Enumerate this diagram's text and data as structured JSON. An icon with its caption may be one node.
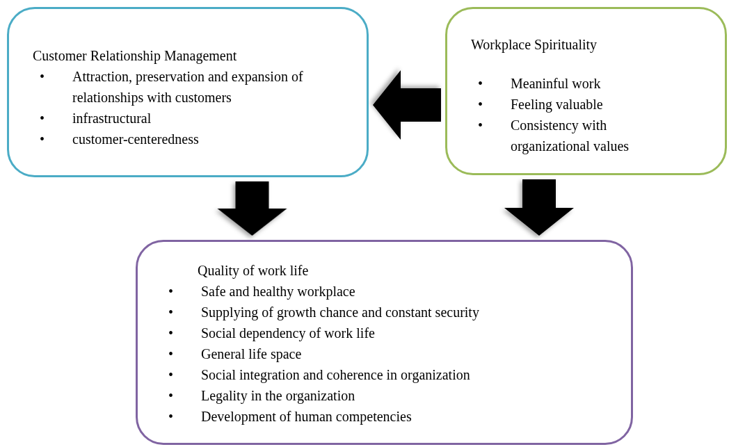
{
  "diagram": {
    "nodes": [
      {
        "text": [
          "Customer Relationship Management",
          "•",
          "Attraction, preservation and expansion of relationships with customers",
          "•",
          "infrastructural",
          "•",
          "customer-centeredness"
        ]
      },
      {
        "text": [
          "Workplace Spirituality",
          "•",
          "Meaninful work",
          "•",
          "Feeling valuable",
          "•",
          "Consistency with organizational values"
        ]
      },
      {
        "text": [
          "Quality of work life",
          "•",
          "Safe and healthy workplace",
          "•",
          "Supplying of growth chance and constant security",
          "•",
          "Social dependency of work life",
          "•",
          "General life space",
          "•",
          "Social integration and coherence in organization",
          "•",
          "Legality in the organization",
          "•",
          "Development of human competencies"
        ]
      }
    ],
    "edges": [
      {
        "from": 1,
        "to": 0,
        "arrow": "to"
      },
      {
        "from": 0,
        "to": 2,
        "arrow": "to"
      },
      {
        "from": 1,
        "to": 2,
        "arrow": "to"
      }
    ]
  }
}
